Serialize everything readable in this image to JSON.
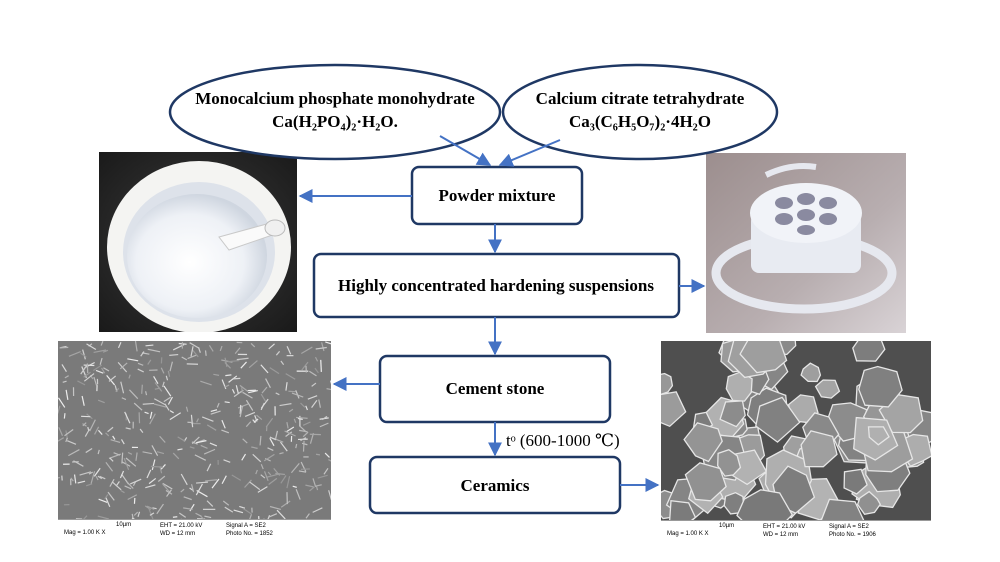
{
  "nodes": {
    "reagent1": {
      "line1": "Monocalcium phosphate monohydrate",
      "line2": "Ca(H₂PO₄)₂·H₂O."
    },
    "reagent2": {
      "line1": "Calcium citrate tetrahydrate",
      "line2": "Ca₃(C₆H₅O₇)₂·4H₂O"
    },
    "powder_mixture": "Powder mixture",
    "suspensions": "Highly concentrated hardening suspensions",
    "cement_stone": "Cement stone",
    "ceramics": "Ceramics"
  },
  "edge_label": "tᵒ  (600-1000 ℃)",
  "colors": {
    "accent": "#4472c4",
    "border": "#1f3864"
  },
  "sem1": {
    "mag": "Mag = 1.00 K X",
    "scale": "10µm",
    "eht": "EHT = 21.00 kV",
    "wd": "WD = 12 mm",
    "signal": "Signal A = SE2",
    "photo": "Photo No. = 1852"
  },
  "sem2": {
    "mag": "Mag = 1.00 K X",
    "scale": "10µm",
    "eht": "EHT = 21.00 kV",
    "wd": "WD = 12 mm",
    "signal": "Signal A = SE2",
    "photo": "Photo No. = 1906"
  }
}
